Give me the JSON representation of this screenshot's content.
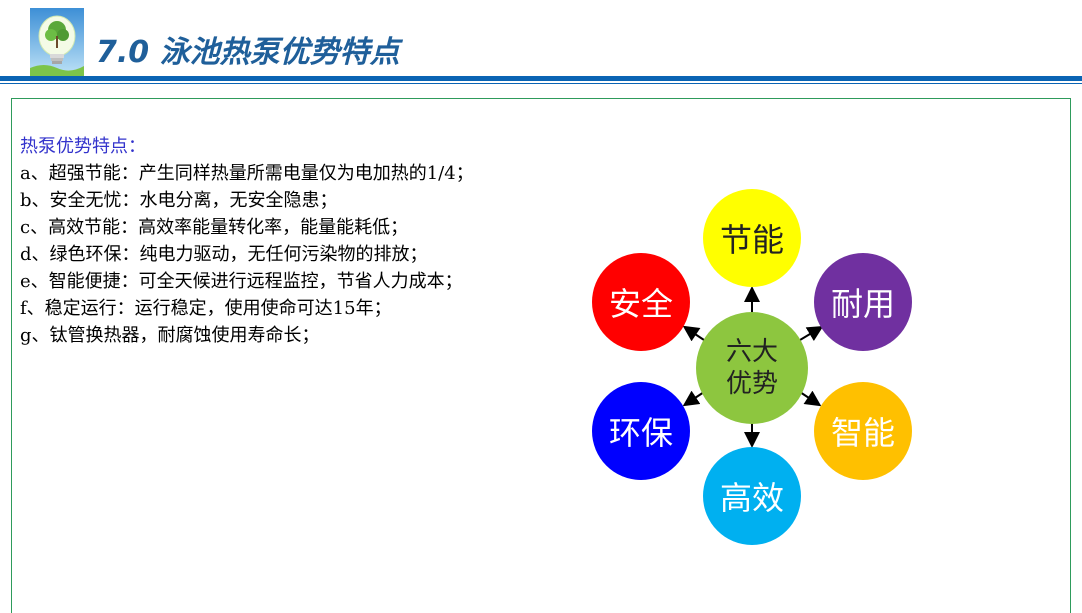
{
  "header": {
    "title": "7.0 泳池热泵优势特点"
  },
  "content": {
    "heading": "热泵优势特点：",
    "items": [
      "a、超强节能：产生同样热量所需电量仅为电加热的1/4；",
      "b、安全无忧：水电分离，无安全隐患；",
      "c、高效节能：高效率能量转化率，能量能耗低；",
      "d、绿色环保：纯电力驱动，无任何污染物的排放；",
      "e、智能便捷：可全天候进行远程监控，节省人力成本；",
      "f、稳定运行：运行稳定，使用使命可达15年；",
      "g、钛管换热器，耐腐蚀使用寿命长；"
    ]
  },
  "diagram": {
    "center": {
      "label": "六大\n优势",
      "color": "#8dc63f",
      "text_color": "#222222"
    },
    "nodes": [
      {
        "id": "top",
        "label": "节能",
        "color": "#ffff00",
        "text_color": "#222222"
      },
      {
        "id": "upper-right",
        "label": "耐用",
        "color": "#7030a0",
        "text_color": "#ffffff"
      },
      {
        "id": "lower-right",
        "label": "智能",
        "color": "#ffc000",
        "text_color": "#ffffff"
      },
      {
        "id": "bottom",
        "label": "高效",
        "color": "#00b0f0",
        "text_color": "#ffffff"
      },
      {
        "id": "lower-left",
        "label": "环保",
        "color": "#0000ff",
        "text_color": "#ffffff"
      },
      {
        "id": "upper-left",
        "label": "安全",
        "color": "#ff0000",
        "text_color": "#ffffff"
      }
    ]
  }
}
